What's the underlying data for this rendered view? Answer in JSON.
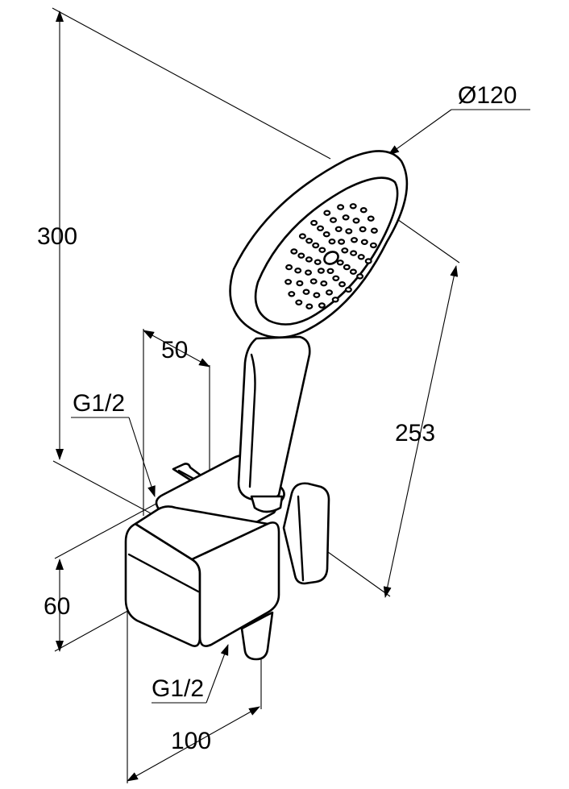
{
  "drawing": {
    "product": "hand-shower-set-with-wall-outlet-holder",
    "colors": {
      "line": "#000000",
      "background": "#ffffff"
    }
  },
  "dimensions": {
    "height_total": "300",
    "spray_diameter": "Ø120",
    "shower_length": "253",
    "holder_depth": "50",
    "inlet_top": "G1/2",
    "holder_height": "60",
    "outlet_bottom": "G1/2",
    "holder_width": "100"
  }
}
